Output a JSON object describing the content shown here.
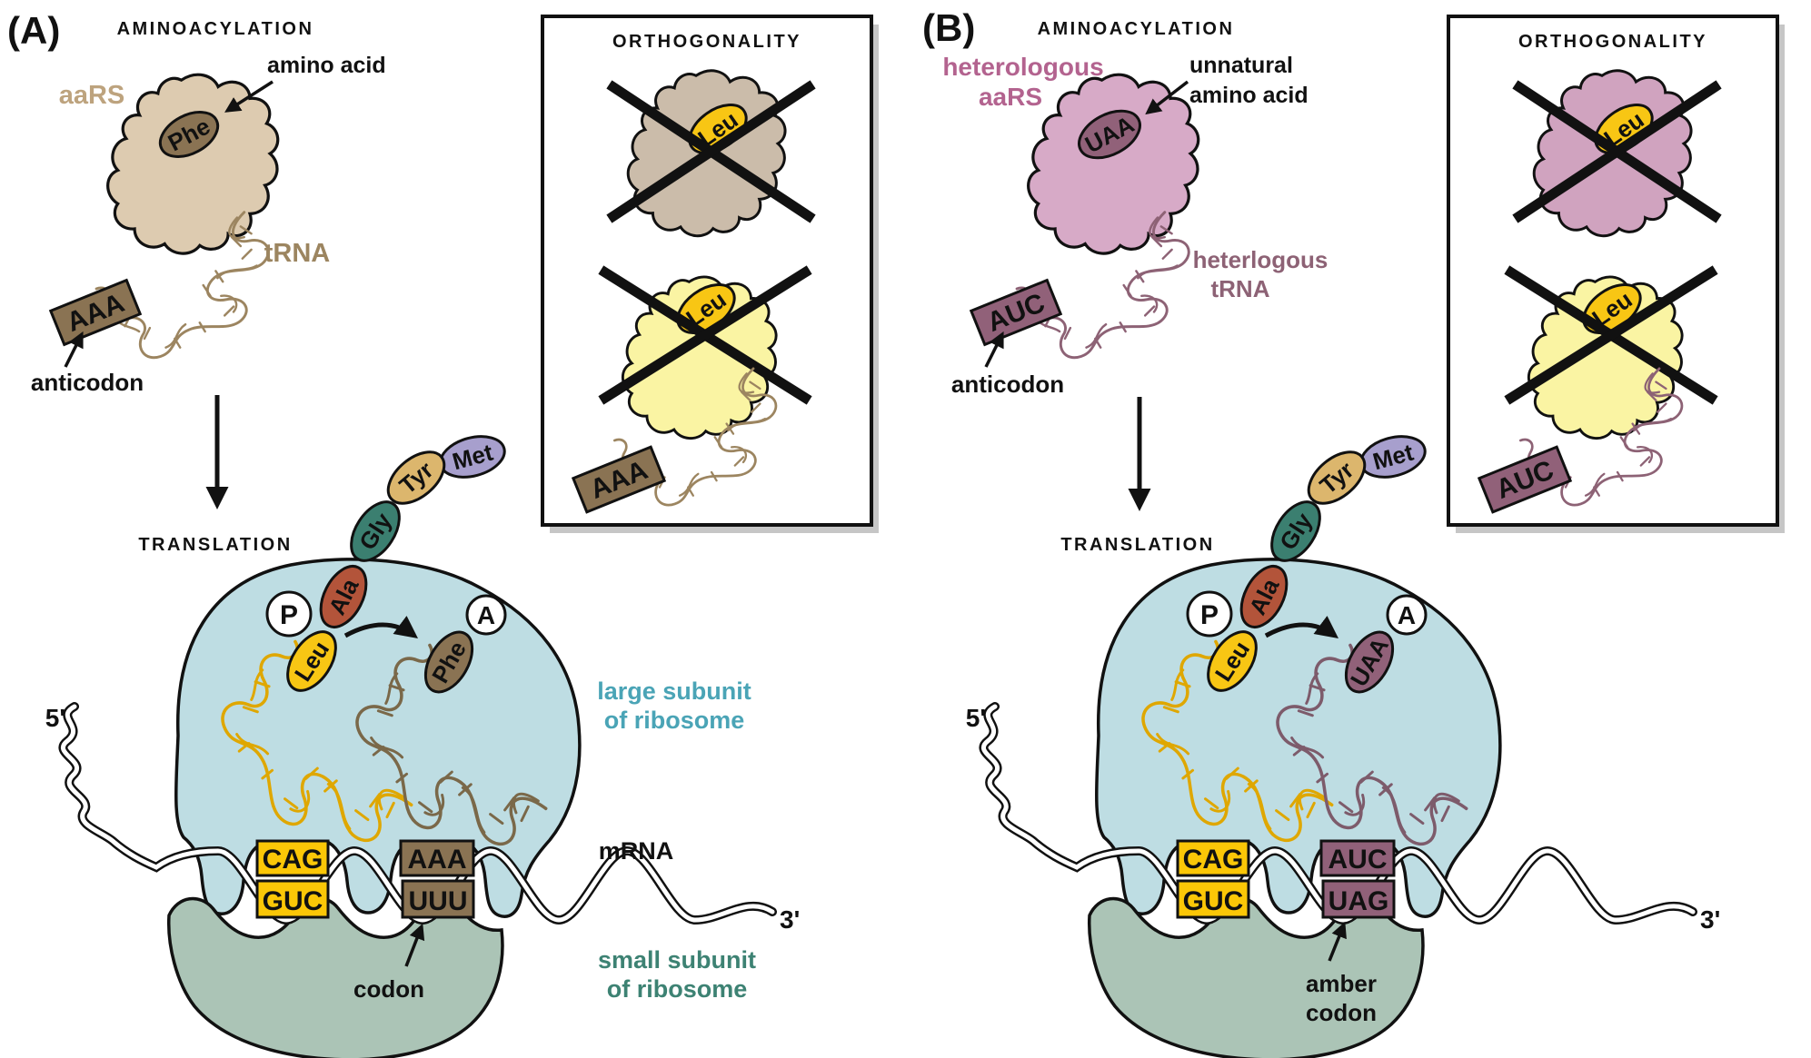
{
  "figure": {
    "panel_a": {
      "tag": "(A)",
      "aminoacylation_heading": "AMINOACYLATION",
      "aars_label": "aaRS",
      "amino_acid_label": "amino acid",
      "loaded_amino_acid": "Phe",
      "trna_label": "tRNA",
      "anticodon_value": "AAA",
      "anticodon_label": "anticodon",
      "translation_heading": "TRANSLATION",
      "p_site_label": "P",
      "a_site_label": "A",
      "a_site_residue": "Phe",
      "peptide_chain": {
        "r1": "Met",
        "r2": "Tyr",
        "r3": "Gly",
        "r4": "Ala",
        "r5": "Leu"
      },
      "large_subunit_label_line1": "large subunit",
      "large_subunit_label_line2": "of ribosome",
      "small_subunit_label_line1": "small subunit",
      "small_subunit_label_line2": "of ribosome",
      "mrna_label": "mRNA",
      "five_prime_label": "5'",
      "three_prime_label": "3'",
      "site1_anticodon": "CAG",
      "site1_codon": "GUC",
      "site2_anticodon": "AAA",
      "site2_codon": "UUU",
      "codon_pointer_line1": "codon",
      "orthogonality": {
        "heading": "ORTHOGONALITY",
        "synthetase1_residue": "Leu",
        "synthetase2_residue": "Leu",
        "anticodon_value": "AAA"
      }
    },
    "panel_b": {
      "tag": "(B)",
      "aminoacylation_heading": "AMINOACYLATION",
      "aars_label_line1": "heterologous",
      "aars_label_line2": "aaRS",
      "amino_acid_label_line1": "unnatural",
      "amino_acid_label_line2": "amino acid",
      "loaded_amino_acid": "UAA",
      "trna_label_line1": "heterlogous",
      "trna_label_line2": "tRNA",
      "anticodon_value": "AUC",
      "anticodon_label": "anticodon",
      "translation_heading": "TRANSLATION",
      "p_site_label": "P",
      "a_site_label": "A",
      "a_site_residue": "UAA",
      "peptide_chain": {
        "r1": "Met",
        "r2": "Tyr",
        "r3": "Gly",
        "r4": "Ala",
        "r5": "Leu"
      },
      "five_prime_label": "5'",
      "three_prime_label": "3'",
      "site1_anticodon": "CAG",
      "site1_codon": "GUC",
      "site2_anticodon": "AUC",
      "site2_codon": "UAG",
      "codon_pointer_line1": "amber",
      "codon_pointer_line2": "codon",
      "orthogonality": {
        "heading": "ORTHOGONALITY",
        "synthetase1_residue": "Leu",
        "synthetase2_residue": "Leu",
        "anticodon_value": "AUC"
      }
    },
    "colors": {
      "panel_a_aars": "#ddcbb0",
      "panel_a_accent": "#8a7353",
      "panel_a_aars_label": "#bda37e",
      "panel_a_trna": "#9c8560",
      "panel_b_aars": "#d7aac7",
      "panel_b_accent": "#916179",
      "panel_b_aars_label": "#b3638f",
      "panel_b_trna": "#8d6275",
      "ortho_a_synthetase": "#cbbcaa",
      "ortho_b_synthetase": "#d0a3bf",
      "pale_yellow_synthetase": "#faf4a3",
      "leucine_yellow": "#f8c614",
      "met_purple": "#a79fcd",
      "tyr_gold": "#dcb66d",
      "gly_teal": "#3b7f70",
      "ala_rust": "#b3543a",
      "large_subunit_blue": "#bedde3",
      "small_subunit_green": "#abc4b6",
      "large_subunit_label": "#4aa4b6",
      "small_subunit_label": "#3d8273",
      "codon_yellow": "#fbc707"
    }
  }
}
